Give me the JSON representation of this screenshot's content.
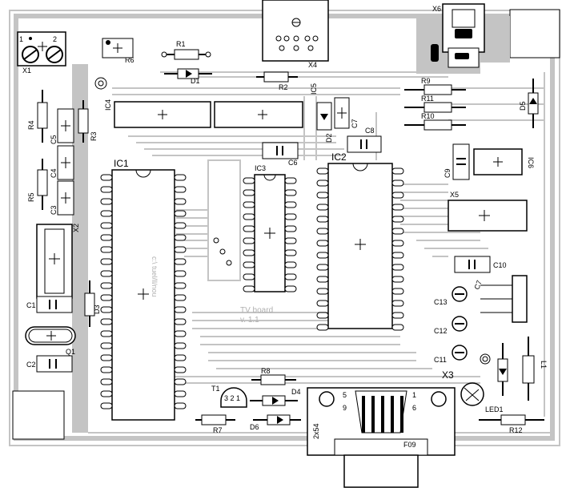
{
  "board": {
    "text_line1": "TV board",
    "text_line2": "v. 1.1",
    "mirrored_text": "c:\\ tuel/ll/nou"
  },
  "labels": {
    "X1": "X1",
    "X1_pin1": "1",
    "X1_pin2": "2",
    "R6": "R6",
    "R1": "R1",
    "D1": "D1",
    "X4": "X4",
    "X6": "X6",
    "R2": "R2",
    "IC5": "IC5",
    "R9": "R9",
    "R11": "R11",
    "R10": "R10",
    "D5": "D5",
    "IC4": "IC4",
    "R4": "R4",
    "R3": "R3",
    "C5": "C5",
    "C4": "C4",
    "C3": "C3",
    "R5": "R5",
    "C7": "C7",
    "D2": "D2",
    "C8": "C8",
    "C6": "C6",
    "IC2": "IC2",
    "IC3": "IC3",
    "IC1": "IC1",
    "C9": "C9",
    "IC6": "IC6",
    "X5": "X5",
    "X2": "X2",
    "C10": "C10",
    "C13": "C13",
    "C12": "C12",
    "C11": "C11",
    "C1": "C1",
    "D3": "D3",
    "Q1": "Q1",
    "C2": "C2",
    "R8": "R8",
    "T1": "T1",
    "T1_pins": "3 2 1",
    "D4": "D4",
    "D6": "D6",
    "R7": "R7",
    "X3": "X3",
    "X3_pin5": "5",
    "X3_pin9": "9",
    "X3_pin1": "1",
    "X3_pin6": "6",
    "X3_side": "2x54",
    "F09": "F09",
    "LED1": "LED1",
    "R12": "R12",
    "L1": "L1",
    "C7b": "C7"
  },
  "colors": {
    "copper": "#c4c4c4",
    "component": "#000000",
    "silk_ghost": "#b0b0b0",
    "pad_fill": "#ffffff"
  }
}
